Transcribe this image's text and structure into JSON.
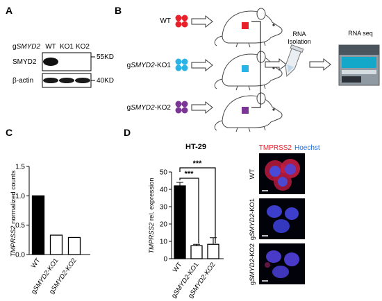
{
  "panels": {
    "A": {
      "letter": "A",
      "header_prefix": "g",
      "header_gene": "SMYD2",
      "lanes": [
        "WT",
        "KO1",
        "KO2"
      ],
      "rows": [
        "SMYD2",
        "β-actin"
      ],
      "markers": [
        "55KD",
        "40KD"
      ]
    },
    "B": {
      "letter": "B",
      "groups": [
        {
          "prefix": "",
          "gene": "",
          "suffix": "WT",
          "color": "#e8202a"
        },
        {
          "prefix": "g",
          "gene": "SMYD2",
          "suffix": "-KO1",
          "color": "#2ab4e6"
        },
        {
          "prefix": "g",
          "gene": "SMYD2",
          "suffix": "-KO2",
          "color": "#7b3594"
        }
      ],
      "rna_isolation": [
        "RNA",
        "Isolation"
      ],
      "rna_seq": "RNA seq"
    },
    "C": {
      "letter": "C",
      "ylabel_gene": "TMPRSS2",
      "ylabel_rest": " normalized counts"
    },
    "D": {
      "letter": "D",
      "ylabel_gene": "TMPRSS2",
      "ylabel_rest": " rel. expression",
      "significance": [
        "***",
        "***"
      ],
      "legend_red": "TMPRSS2",
      "legend_blue": "Hoechst",
      "image_rows": [
        {
          "prefix": "",
          "gene": "",
          "suffix": "WT"
        },
        {
          "prefix": "g",
          "gene": "SMYD2",
          "suffix": "-KO1"
        },
        {
          "prefix": "g",
          "gene": "SMYD2",
          "suffix": "-KO2"
        }
      ]
    }
  },
  "chart_data": [
    {
      "type": "bar",
      "categories": [
        "WT",
        "gSMYD2-KO1",
        "gSMYD2-KO2"
      ],
      "values": [
        1.0,
        0.33,
        0.29
      ],
      "ylabel": "TMPRSS2 normalized counts",
      "ylim": [
        0,
        1.5
      ],
      "yticks": [
        0.0,
        0.5,
        1.0,
        1.5
      ],
      "tick_labels": [
        "0.0",
        "0.5",
        "1.0",
        "1.5"
      ],
      "fills": [
        "#000000",
        "#ffffff",
        "#ffffff"
      ],
      "grid": false
    },
    {
      "type": "bar",
      "title": "HT-29",
      "categories": [
        "WT",
        "gSMYD2-KO1",
        "gSMYD2-KO2"
      ],
      "values": [
        42,
        7.5,
        8.3
      ],
      "errors": [
        2,
        0.8,
        3.8
      ],
      "ylabel": "TMPRSS2 rel. expression",
      "ylim": [
        0,
        50
      ],
      "yticks": [
        0,
        10,
        20,
        30,
        40,
        50
      ],
      "tick_labels": [
        "0",
        "10",
        "20",
        "30",
        "40",
        "50"
      ],
      "fills": [
        "#000000",
        "#ffffff",
        "#ffffff"
      ],
      "grid": false
    }
  ]
}
